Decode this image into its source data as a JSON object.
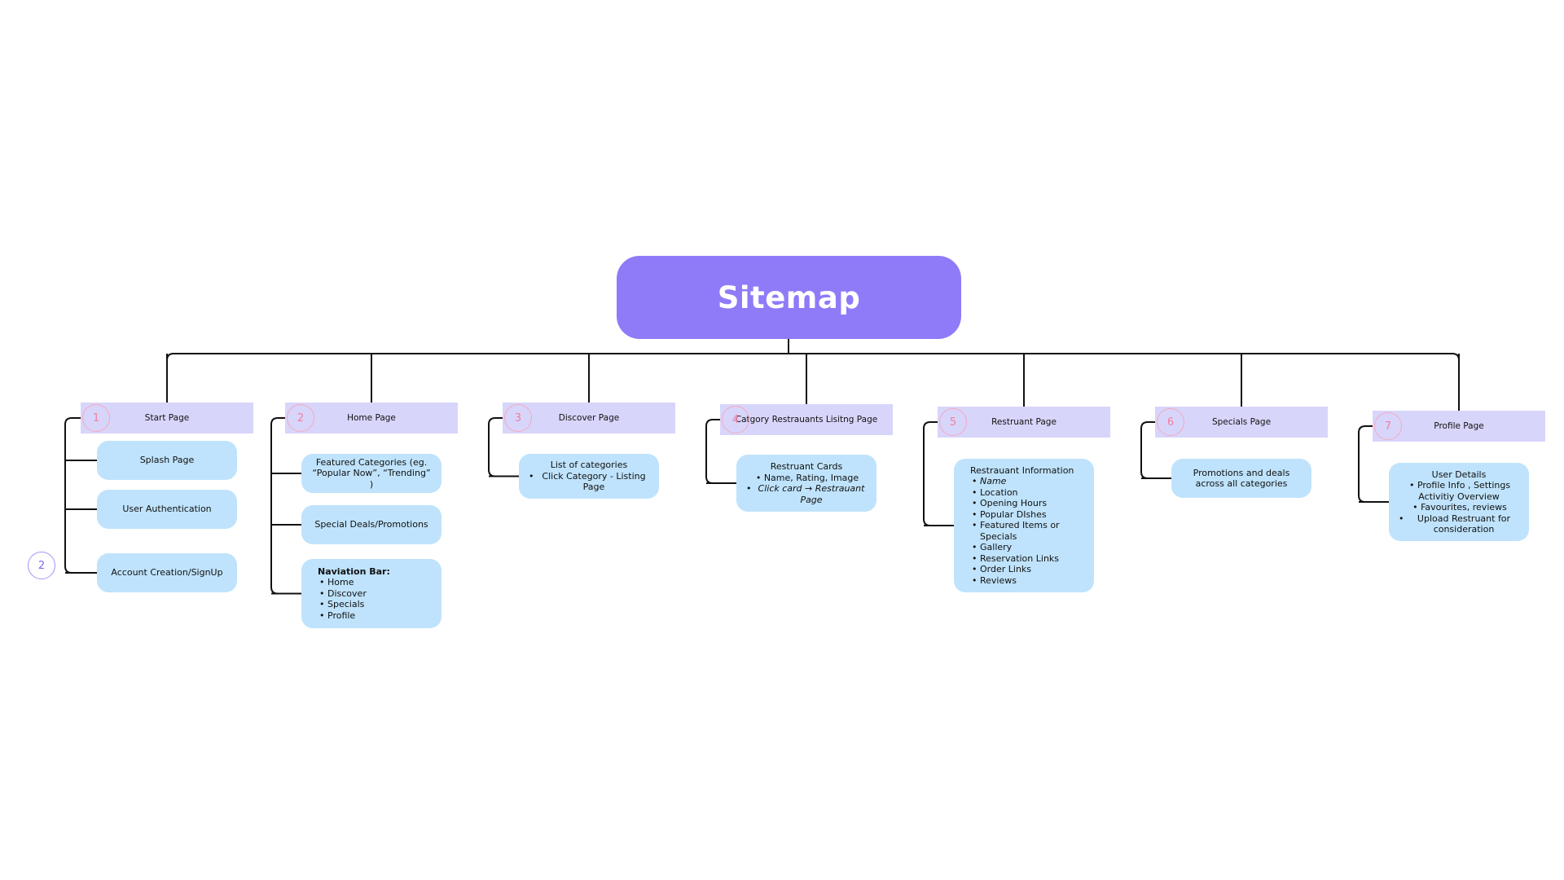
{
  "root": {
    "title": "Sitemap"
  },
  "side_marker": "2",
  "branches": [
    {
      "number": "1",
      "header": "Start Page",
      "cards": [
        {
          "lines": [
            {
              "text": "Splash Page"
            }
          ]
        },
        {
          "lines": [
            {
              "text": "User Authentication"
            }
          ]
        },
        {
          "lines": [
            {
              "text": "Account Creation/SignUp"
            }
          ]
        }
      ]
    },
    {
      "number": "2",
      "header": "Home Page",
      "cards": [
        {
          "lines": [
            {
              "text": "Featured Categories (eg. “Popular Now”, “Trending” )"
            }
          ]
        },
        {
          "lines": [
            {
              "text": "Special Deals/Promotions"
            }
          ]
        },
        {
          "lines": [
            {
              "text": "Naviation Bar:",
              "bold": true
            },
            {
              "text": "Home",
              "bullet": true
            },
            {
              "text": "Discover",
              "bullet": true
            },
            {
              "text": "Specials",
              "bullet": true
            },
            {
              "text": "Profile",
              "bullet": true
            }
          ]
        }
      ]
    },
    {
      "number": "3",
      "header": "Discover Page",
      "cards": [
        {
          "lines": [
            {
              "text": "List of categories"
            },
            {
              "text": "Click Category - Listing Page",
              "bullet": true
            }
          ]
        }
      ]
    },
    {
      "number": "4",
      "header": "Catgory Restrauants Lisitng Page",
      "cards": [
        {
          "lines": [
            {
              "text": "Restruant Cards"
            },
            {
              "text": "Name, Rating, Image",
              "bullet": true
            },
            {
              "text": "Click card → Restrauant Page",
              "bullet": true,
              "italic": true
            }
          ]
        }
      ]
    },
    {
      "number": "5",
      "header": "Restruant Page",
      "cards": [
        {
          "lines": [
            {
              "text": "Restrauant Information"
            },
            {
              "text": "Name",
              "bullet": true,
              "italic": true
            },
            {
              "text": "Location",
              "bullet": true
            },
            {
              "text": "Opening Hours",
              "bullet": true
            },
            {
              "text": "Popular DIshes",
              "bullet": true
            },
            {
              "text": "Featured Items or Specials",
              "bullet": true
            },
            {
              "text": "Gallery",
              "bullet": true
            },
            {
              "text": "Reservation Links",
              "bullet": true
            },
            {
              "text": "Order Links",
              "bullet": true
            },
            {
              "text": "Reviews",
              "bullet": true
            }
          ]
        }
      ]
    },
    {
      "number": "6",
      "header": "Specials Page",
      "cards": [
        {
          "lines": [
            {
              "text": "Promotions and deals across all categories"
            }
          ]
        }
      ]
    },
    {
      "number": "7",
      "header": "Profile Page",
      "cards": [
        {
          "lines": [
            {
              "text": "User Details"
            },
            {
              "text": "Profile Info , Settings",
              "bullet": true
            },
            {
              "text": "Activitiy Overview"
            },
            {
              "text": "Favourites, reviews",
              "bullet": true
            },
            {
              "text": "Upload Restruant for consideration",
              "bullet": true
            }
          ]
        }
      ]
    }
  ]
}
